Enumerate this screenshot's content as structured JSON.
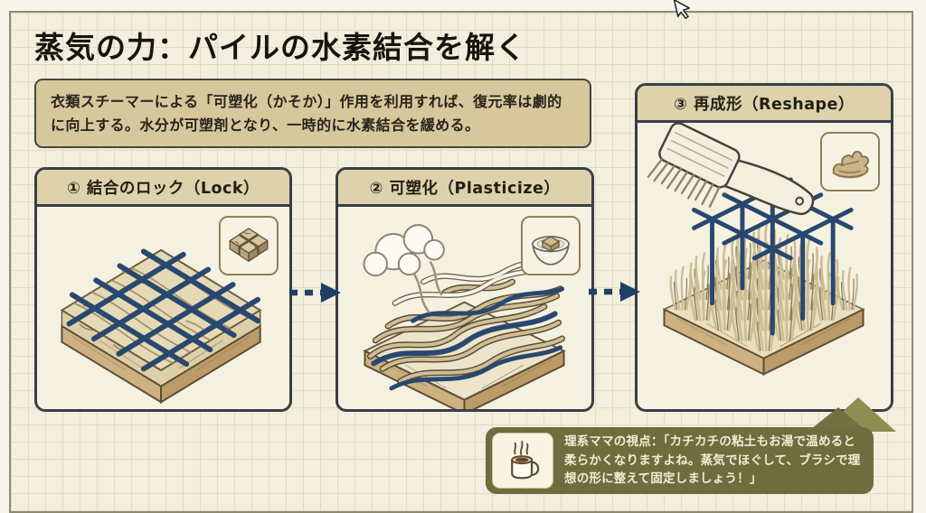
{
  "header": {
    "title": "蒸気の力：パイルの水素結合を解く"
  },
  "intro": {
    "text": "衣類スチーマーによる「可塑化（かそか）」作用を利用すれば、復元率は劇的に向上する。水分が可塑剤となり、一時的に水素結合を緩める。"
  },
  "panels": [
    {
      "label": "① 結合のロック（Lock）",
      "icon": "hard-clay-cubes",
      "illustration": "flattened-pile-locked-by-navy-grid"
    },
    {
      "label": "② 可塑化（Plasticize）",
      "icon": "clay-soaking-in-bowl",
      "illustration": "steam-loosening-wavy-fibers"
    },
    {
      "label": "③ 再成形（Reshape）",
      "icon": "soft-clay-dollop",
      "illustration": "upright-pile-brushed-into-shape"
    }
  ],
  "note": {
    "text": "理系ママの視点：「カチカチの粘土もお湯で温めると柔らかくなりますよね。蒸気でほぐして、ブラシで理想の形に整えて固定しましょう！」",
    "icon": "coffee-mug"
  },
  "colors": {
    "paper": "#f3efde",
    "grid_line": "#e3dcc4",
    "panel_border": "#3a3f44",
    "tan_box": "#d7c79c",
    "panel_header_fill": "#ddd2ac",
    "navy_accent": "#29486f",
    "olive_note": "#6e6d3e",
    "note_text": "#f2edd2",
    "wood_light": "#cdb183",
    "wood_dark": "#ba9b69"
  }
}
